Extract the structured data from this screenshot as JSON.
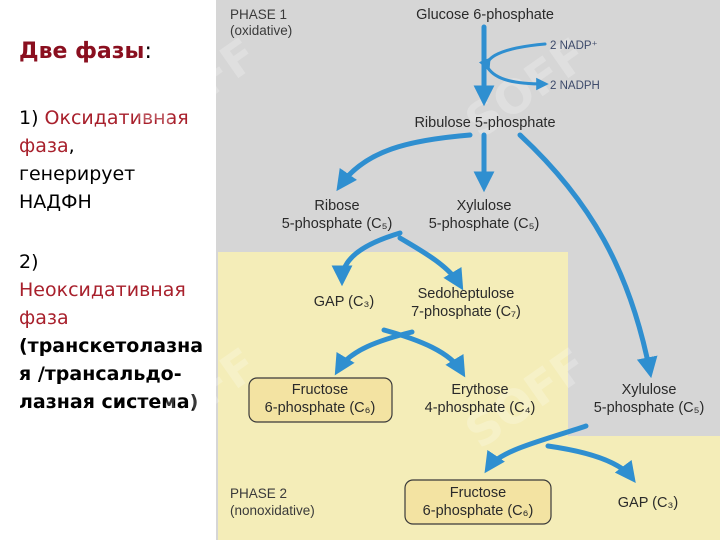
{
  "left_panel": {
    "heading": "Две фазы",
    "heading_colon": ":",
    "item1_num": "1) ",
    "item1_line1": "Оксидативная",
    "item1_line2": "фаза",
    "item1_line2_comma": ",",
    "item1_line3": "генерирует",
    "item1_line4": "НАДФН",
    "item2_num": "2)",
    "item2_line1": "Неоксидативная",
    "item2_line2": "фаза",
    "item2_line3": "(транскетолазна",
    "item2_line4": "я /трансальдо-",
    "item2_line5": "лазная система)"
  },
  "diagram": {
    "phase1_line1": "PHASE 1",
    "phase1_line2": "(oxidative)",
    "phase2_line1": "PHASE 2",
    "phase2_line2": "(nonoxidative)",
    "glucose6p": "Glucose 6-phosphate",
    "nadp": "2 NADP⁺",
    "nadph": "2 NADPH",
    "ribulose5p": "Ribulose 5-phosphate",
    "ribose_l1": "Ribose",
    "ribose_l2": "5-phosphate (C₅)",
    "xylulose1_l1": "Xylulose",
    "xylulose1_l2": "5-phosphate (C₅)",
    "gap1": "GAP (C₃)",
    "sedo_l1": "Sedoheptulose",
    "sedo_l2": "7-phosphate (C₇)",
    "fructose1_l1": "Fructose",
    "fructose1_l2": "6-phosphate (C₆)",
    "erythrose_l1": "Erythose",
    "erythrose_l2": "4-phosphate (C₄)",
    "xylulose2_l1": "Xylulose",
    "xylulose2_l2": "5-phosphate (C₅)",
    "fructose2_l1": "Fructose",
    "fructose2_l2": "6-phosphate (C₆)",
    "gap2": "GAP (C₃)"
  },
  "colors": {
    "arrow_blue": "#2f8fd0",
    "phase2_bg": "#f4edb8",
    "panel_bg": "#d6d6d6",
    "heading_maroon": "#8a0f1f",
    "highlight_red": "#a8202c"
  },
  "watermark": "SOFF"
}
